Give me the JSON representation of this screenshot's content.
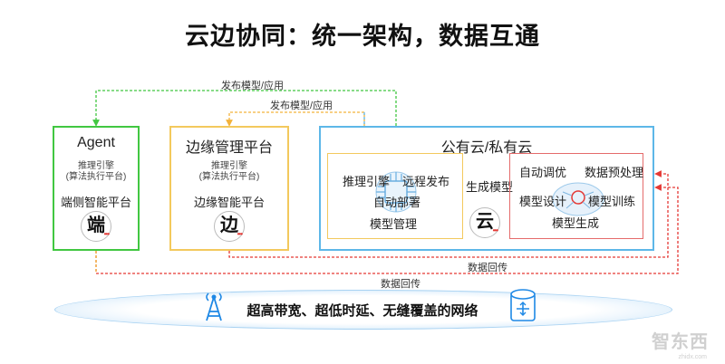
{
  "title": "云边协同：统一架构，数据互通",
  "colors": {
    "agent": "#41c741",
    "edge": "#f3c95d",
    "cloud": "#5db7e8",
    "red": "#e53935",
    "blue": "#1e88e5"
  },
  "arrows": {
    "publish_model_app_top": "发布模型/应用",
    "publish_model_app_mid": "发布模型/应用",
    "data_return_upper": "数据回传",
    "data_return_lower": "数据回传"
  },
  "agent": {
    "title": "Agent",
    "sub1": "推理引擎",
    "sub2": "(算法执行平台)",
    "mid": "端侧智能平台",
    "badge": "端"
  },
  "edge": {
    "title": "边缘管理平台",
    "sub1": "推理引擎",
    "sub2": "(算法执行平台)",
    "mid": "边缘智能平台",
    "badge": "边"
  },
  "cloud": {
    "title": "公有云/私有云",
    "inference_engine": "推理引擎",
    "remote_publish": "远程发布",
    "auto_deploy": "自动部署",
    "model_management": "模型管理",
    "generate_model": "生成模型",
    "badge": "云",
    "auto_tuning": "自动调优",
    "data_preprocess": "数据预处理",
    "model_design": "模型设计",
    "model_training": "模型训练",
    "model_generation": "模型生成"
  },
  "network": {
    "label": "超高带宽、超低时延、无缝覆盖的网络",
    "left_icon": "antenna-tower-icon",
    "right_icon": "router-icon"
  },
  "watermark": {
    "text": "智东西",
    "sub": "zhidx.com"
  }
}
